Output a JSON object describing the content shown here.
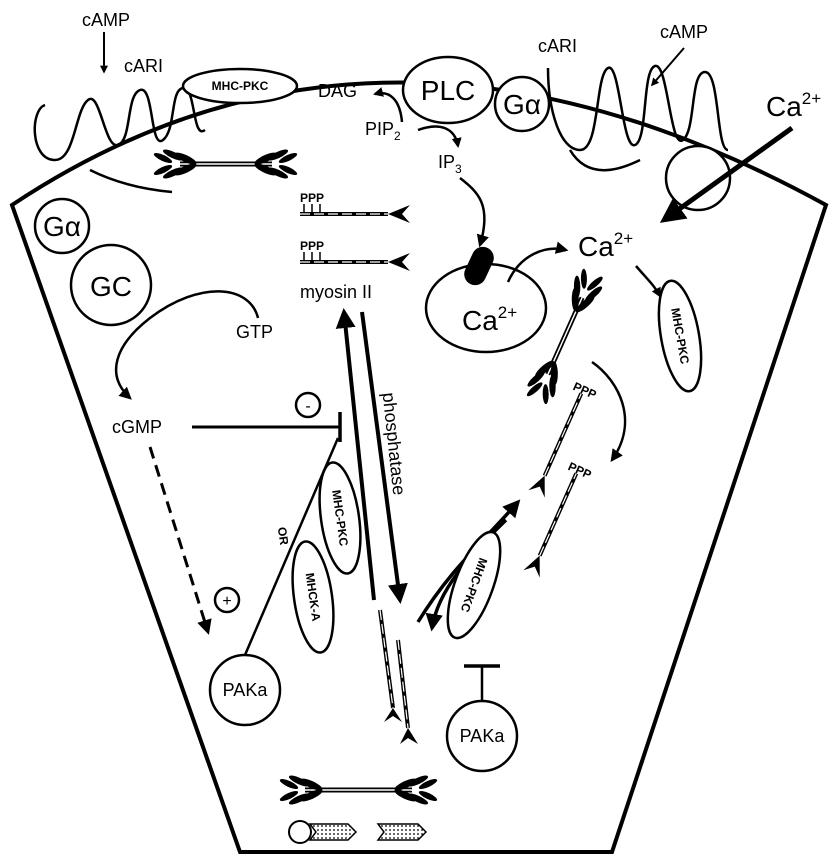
{
  "labels": {
    "camp_left": "cAMP",
    "cari_left": "cARI",
    "camp_right": "cAMP",
    "cari_right": "cARI",
    "ca_outside": "Ca",
    "ca_outside_sup": "2+",
    "ca_cyto": "Ca",
    "ca_cyto_sup": "2+",
    "ca_store": "Ca",
    "ca_store_sup": "2+",
    "plc": "PLC",
    "galpha_membrane": "Gα",
    "galpha_gc": "Gα",
    "gc": "GC",
    "dag": "DAG",
    "pip2": "PIP",
    "pip2_sub": "2",
    "ip3": "IP",
    "ip3_sub": "3",
    "mhc_pkc_membrane": "MHC-PKC",
    "mhc_pkc_right": "MHC-PKC",
    "mhc_pkc_center": "MHC-PKC",
    "mhc_pkc_lower": "MHC-PKC",
    "mhck_a": "MHCK-A",
    "or_text": "OR",
    "gtp": "GTP",
    "cgmp": "cGMP",
    "myosin": "myosin II",
    "phosphatase": "phosphatase",
    "ppp_1": "PPP",
    "ppp_2": "PPP",
    "ppp_3": "PPP",
    "ppp_4": "PPP",
    "minus_sign": "-",
    "plus_sign": "+",
    "paka_left": "PAKa",
    "paka_right": "PAKa"
  }
}
